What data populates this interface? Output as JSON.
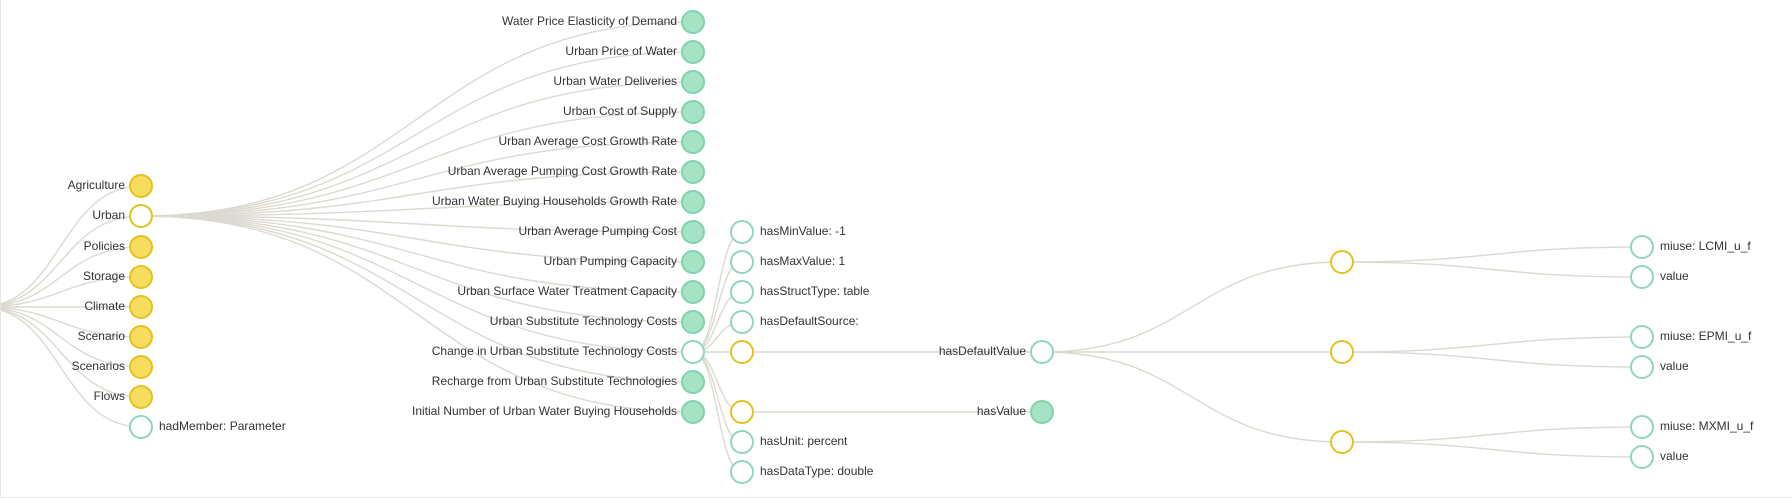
{
  "colors": {
    "yellow_fill": "#f6dd5e",
    "yellow_stroke": "#e3c21f",
    "green_fill": "#a5e3c4",
    "green_stroke": "#7fd3ad",
    "empty_stroke": "#8fd6bd",
    "link": "#dcdad0"
  },
  "tree": {
    "root_links": [
      "agriculture",
      "urban",
      "policies",
      "storage",
      "climate",
      "scenario",
      "scenarios",
      "flows",
      "hadmember"
    ],
    "nodes": [
      {
        "id": "agriculture",
        "label": "Agriculture",
        "style": "yellow",
        "side": "left"
      },
      {
        "id": "urban",
        "label": "Urban",
        "style": "yellow-open",
        "side": "left"
      },
      {
        "id": "policies",
        "label": "Policies",
        "style": "yellow",
        "side": "left"
      },
      {
        "id": "storage",
        "label": "Storage",
        "style": "yellow",
        "side": "left"
      },
      {
        "id": "climate",
        "label": "Climate",
        "style": "yellow",
        "side": "left"
      },
      {
        "id": "scenario",
        "label": "Scenario",
        "style": "yellow",
        "side": "left"
      },
      {
        "id": "scenarios",
        "label": "Scenarios",
        "style": "yellow",
        "side": "left"
      },
      {
        "id": "flows",
        "label": "Flows",
        "style": "yellow",
        "side": "left"
      },
      {
        "id": "hadmember",
        "label": "hadMember: Parameter",
        "style": "open",
        "side": "right"
      },
      {
        "id": "u1",
        "parent": "urban",
        "label": "Water Price Elasticity of Demand",
        "style": "green",
        "side": "left"
      },
      {
        "id": "u2",
        "parent": "urban",
        "label": "Urban Price of Water",
        "style": "green",
        "side": "left"
      },
      {
        "id": "u3",
        "parent": "urban",
        "label": "Urban Water Deliveries",
        "style": "green",
        "side": "left"
      },
      {
        "id": "u4",
        "parent": "urban",
        "label": "Urban Cost of Supply",
        "style": "green",
        "side": "left"
      },
      {
        "id": "u5",
        "parent": "urban",
        "label": "Urban Average Cost Growth Rate",
        "style": "green",
        "side": "left"
      },
      {
        "id": "u6",
        "parent": "urban",
        "label": "Urban Average Pumping Cost Growth Rate",
        "style": "green",
        "side": "left"
      },
      {
        "id": "u7",
        "parent": "urban",
        "label": "Urban Water Buying Households Growth Rate",
        "style": "green",
        "side": "left"
      },
      {
        "id": "u8",
        "parent": "urban",
        "label": "Urban Average Pumping Cost",
        "style": "green",
        "side": "left"
      },
      {
        "id": "u9",
        "parent": "urban",
        "label": "Urban Pumping Capacity",
        "style": "green",
        "side": "left"
      },
      {
        "id": "u10",
        "parent": "urban",
        "label": "Urban Surface Water Treatment Capacity",
        "style": "green",
        "side": "left"
      },
      {
        "id": "u11",
        "parent": "urban",
        "label": "Urban Substitute Technology Costs",
        "style": "green",
        "side": "left"
      },
      {
        "id": "u12",
        "parent": "urban",
        "label": "Change in Urban Substitute Technology Costs",
        "style": "open",
        "side": "left"
      },
      {
        "id": "u13",
        "parent": "urban",
        "label": "Recharge from Urban Substitute Technologies",
        "style": "green",
        "side": "left"
      },
      {
        "id": "u14",
        "parent": "urban",
        "label": "Initial Number of Urban Water Buying Households",
        "style": "green",
        "side": "left"
      },
      {
        "id": "p1",
        "parent": "u12",
        "label": "hasMinValue: -1",
        "style": "open",
        "side": "right"
      },
      {
        "id": "p2",
        "parent": "u12",
        "label": "hasMaxValue: 1",
        "style": "open",
        "side": "right"
      },
      {
        "id": "p3",
        "parent": "u12",
        "label": "hasStructType: table",
        "style": "open",
        "side": "right"
      },
      {
        "id": "p4",
        "parent": "u12",
        "label": "hasDefaultSource:",
        "style": "open",
        "side": "right"
      },
      {
        "id": "p5",
        "parent": "u12",
        "label": "",
        "style": "yellow-open",
        "side": "right"
      },
      {
        "id": "p6",
        "parent": "u12",
        "label": "",
        "style": "yellow-open",
        "side": "right"
      },
      {
        "id": "p7",
        "parent": "u12",
        "label": "hasUnit: percent",
        "style": "open",
        "side": "right"
      },
      {
        "id": "p8",
        "parent": "u12",
        "label": "hasDataType: double",
        "style": "open",
        "side": "right"
      },
      {
        "id": "dv",
        "parent": "p5",
        "label": "hasDefaultValue",
        "style": "open",
        "side": "left"
      },
      {
        "id": "hv",
        "parent": "p6",
        "label": "hasValue",
        "style": "green",
        "side": "left"
      },
      {
        "id": "b1",
        "parent": "dv",
        "label": "",
        "style": "yellow-open",
        "side": "right"
      },
      {
        "id": "b2",
        "parent": "dv",
        "label": "",
        "style": "yellow-open",
        "side": "right"
      },
      {
        "id": "b3",
        "parent": "dv",
        "label": "",
        "style": "yellow-open",
        "side": "right"
      },
      {
        "id": "l1",
        "parent": "b1",
        "label": "miuse: LCMI_u_f",
        "style": "open",
        "side": "right"
      },
      {
        "id": "l2",
        "parent": "b1",
        "label": "value",
        "style": "open",
        "side": "right"
      },
      {
        "id": "l3",
        "parent": "b2",
        "label": "miuse: EPMI_u_f",
        "style": "open",
        "side": "right"
      },
      {
        "id": "l4",
        "parent": "b2",
        "label": "value",
        "style": "open",
        "side": "right"
      },
      {
        "id": "l5",
        "parent": "b3",
        "label": "miuse: MXMI_u_f",
        "style": "open",
        "side": "right"
      },
      {
        "id": "l6",
        "parent": "b3",
        "label": "value",
        "style": "open",
        "side": "right"
      }
    ]
  }
}
